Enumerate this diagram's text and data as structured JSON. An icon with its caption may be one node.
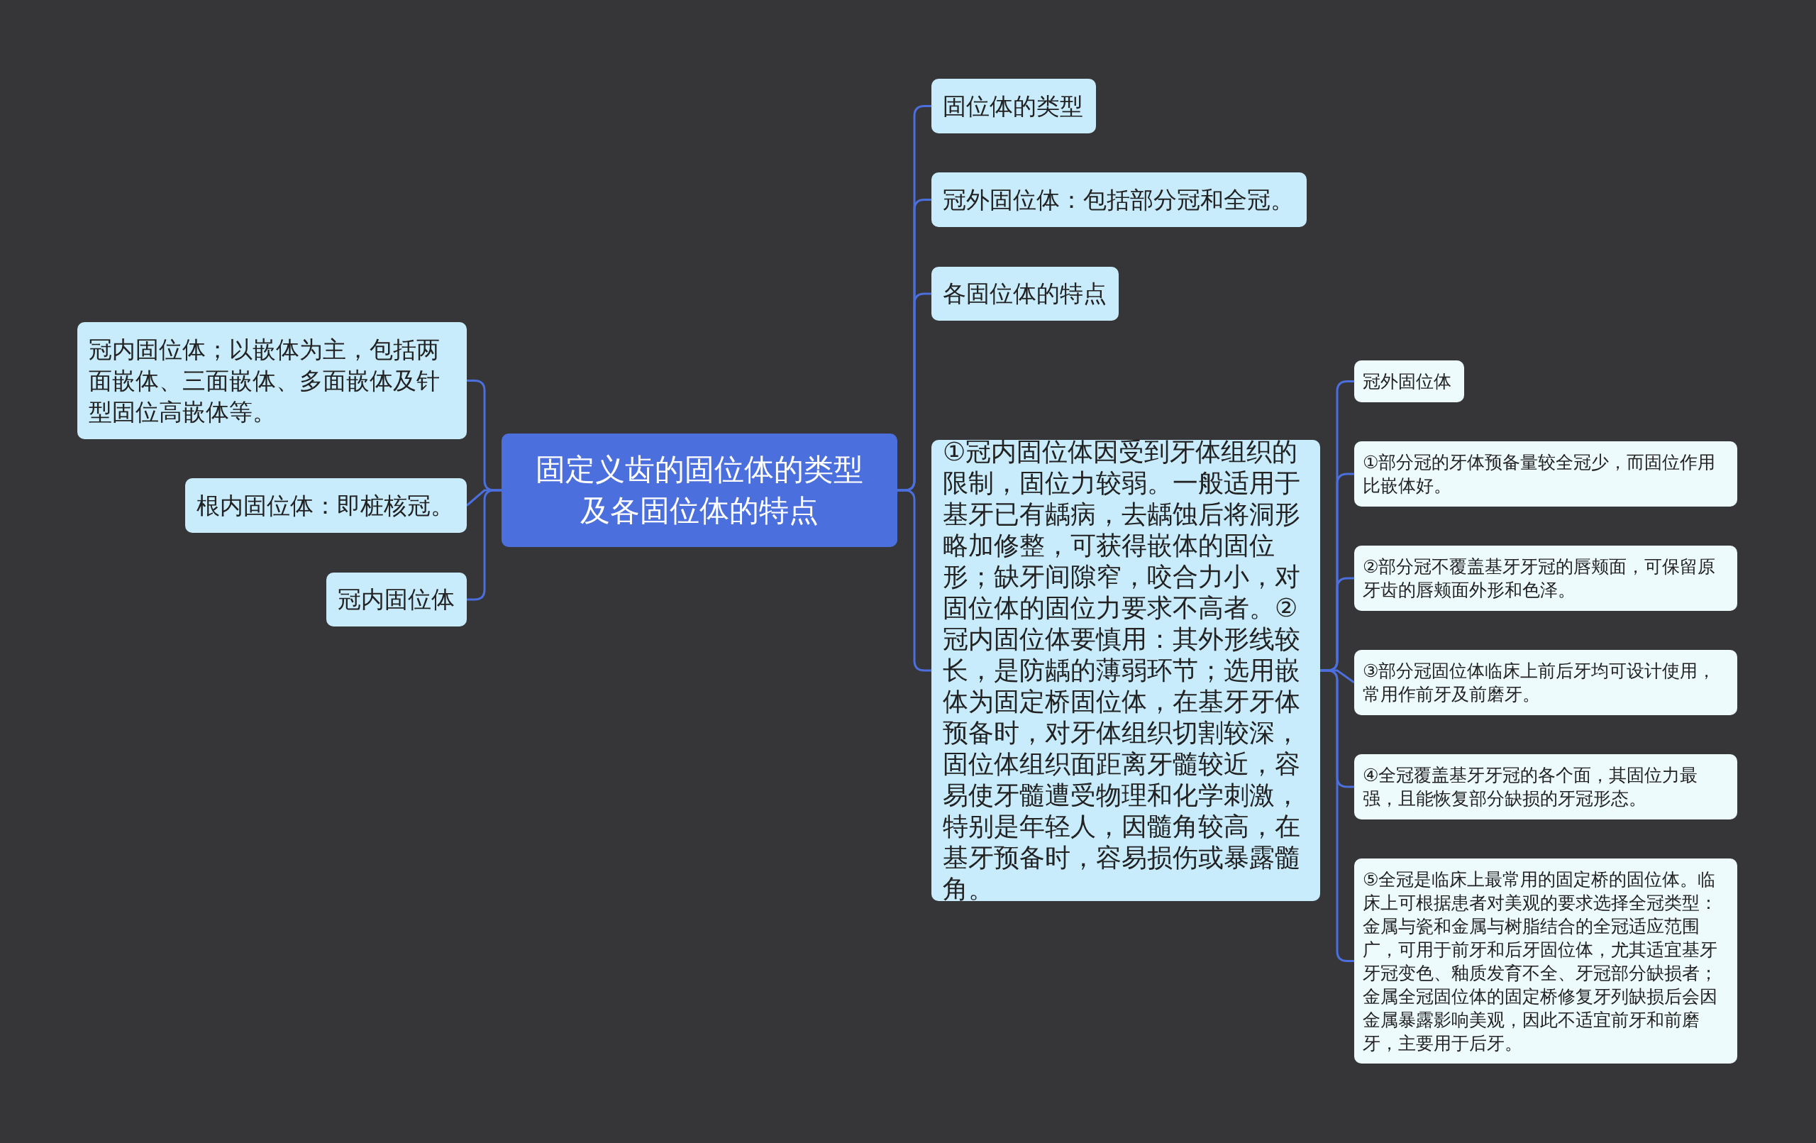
{
  "diagram": {
    "nodes": [
      {
        "text": [
          "固定义齿的固位体的类型及各固位体的特点"
        ]
      },
      {
        "text": [
          "冠内固位体；以嵌体为主，包括两面嵌体、三面嵌体、多面嵌体及针型固位高嵌体等。"
        ]
      },
      {
        "text": [
          "根内固位体：即桩核冠。"
        ]
      },
      {
        "text": [
          "冠内固位体"
        ]
      },
      {
        "text": [
          "固位体的类型"
        ]
      },
      {
        "text": [
          "冠外固位体：包括部分冠和全冠。"
        ]
      },
      {
        "text": [
          "各固位体的特点"
        ]
      },
      {
        "text": [
          "①冠内固位体因受到牙体组织的限制，固位力较弱。一般适用于基牙已有龋病，去龋蚀后将洞形略加修整，可获得嵌体的固位形；缺牙间隙窄，咬合力小，对固位体的固位力要求不高者。②冠内固位体要慎用：其外形线较长，是防龋的薄弱环节；选用嵌体为固定桥固位体，在基牙牙体预备时，对牙体组织切割较深，固位体组织面距离牙髓较近，容易使牙髓遭受物理和化学刺激，特别是年轻人，因髓角较高，在基牙预备时，容易损伤或暴露髓角。"
        ]
      },
      {
        "text": [
          "冠外固位体"
        ]
      },
      {
        "text": [
          "①部分冠的牙体预备量较全冠少，而固位作用比嵌体好。"
        ]
      },
      {
        "text": [
          "②部分冠不覆盖基牙牙冠的唇颊面，可保留原牙齿的唇颊面外形和色泽。"
        ]
      },
      {
        "text": [
          "③部分冠固位体临床上前后牙均可设计使用，常用作前牙及前磨牙。"
        ]
      },
      {
        "text": [
          "④全冠覆盖基牙牙冠的各个面，其固位力最强，且能恢复部分缺损的牙冠形态。"
        ]
      },
      {
        "text": [
          "⑤全冠是临床上最常用的固定桥的固位体。临床上可根据患者对美观的要求选择全冠类型：金属与瓷和金属与树脂结合的全冠适应范围广，可用于前牙和后牙固位体，尤其适宜基牙牙冠变色、釉质发育不全、牙冠部分缺损者；金属全冠固位体的固定桥修复牙列缺损后会因金属暴露影响美观，因此不适宜前牙和前磨牙，主要用于后牙。"
        ]
      }
    ],
    "edges": [
      {
        "from": 0,
        "to": 1,
        "arrow": "none"
      },
      {
        "from": 0,
        "to": 2,
        "arrow": "none"
      },
      {
        "from": 0,
        "to": 3,
        "arrow": "none"
      },
      {
        "from": 0,
        "to": 4,
        "arrow": "none"
      },
      {
        "from": 0,
        "to": 5,
        "arrow": "none"
      },
      {
        "from": 0,
        "to": 6,
        "arrow": "none"
      },
      {
        "from": 0,
        "to": 7,
        "arrow": "none"
      },
      {
        "from": 7,
        "to": 8,
        "arrow": "none"
      },
      {
        "from": 7,
        "to": 9,
        "arrow": "none"
      },
      {
        "from": 7,
        "to": 10,
        "arrow": "none"
      },
      {
        "from": 7,
        "to": 11,
        "arrow": "none"
      },
      {
        "from": 7,
        "to": 12,
        "arrow": "none"
      },
      {
        "from": 7,
        "to": 13,
        "arrow": "none"
      }
    ]
  }
}
